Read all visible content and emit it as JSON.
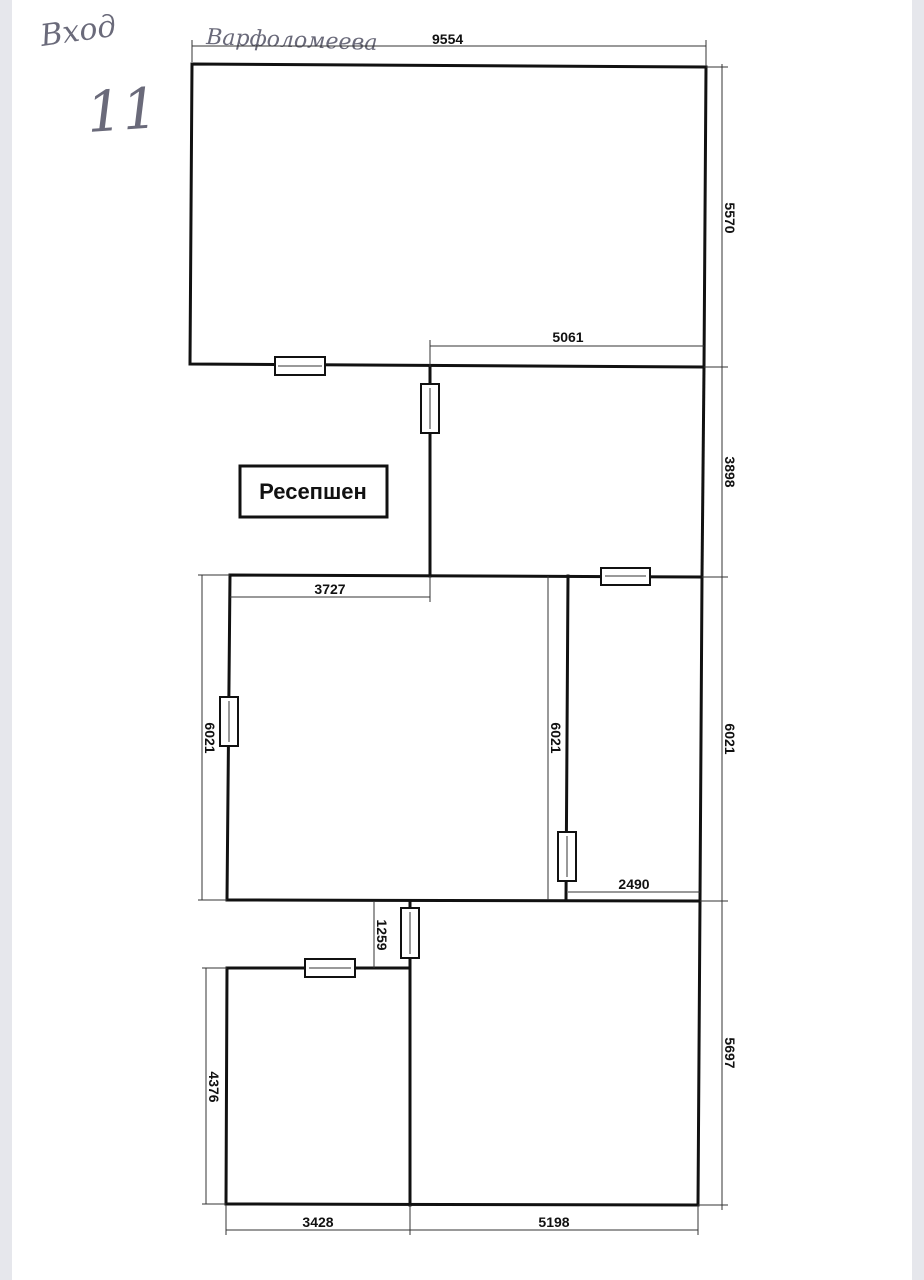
{
  "handwriting": {
    "entrance": "Вход",
    "number": "11",
    "street": "Варфоломеева"
  },
  "room_label": "Ресепшен",
  "dimensions": {
    "top_width": "9554",
    "top_room_height": "5570",
    "corridor_upper_width": "5061",
    "corridor_height": "3898",
    "mid_room_width": "3727",
    "mid_left_height": "6021",
    "mid_inner_height": "6021",
    "mid_right_height": "6021",
    "mid_right_width": "2490",
    "offset_small": "1259",
    "bottom_left_height": "4376",
    "bottom_right_height": "5697",
    "bottom_left_width": "3428",
    "bottom_right_width": "5198"
  },
  "colors": {
    "wall": "#111111",
    "handwriting": "#6a6a7a",
    "page_background": "#e6e7ec"
  }
}
